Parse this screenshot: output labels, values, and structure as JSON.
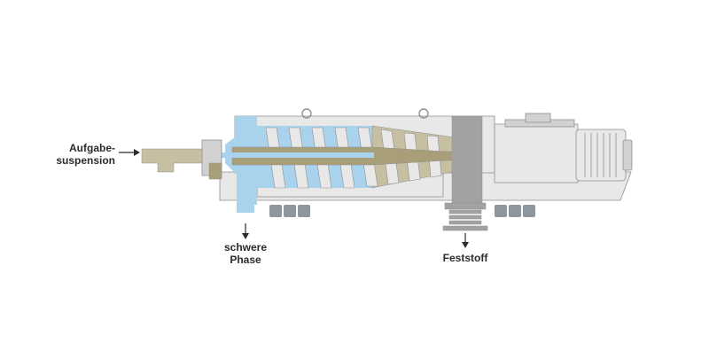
{
  "labels": {
    "feed": {
      "line1": "Aufgabe-",
      "line2": "suspension"
    },
    "heavy_phase": {
      "line1": "schwere",
      "line2": "Phase"
    },
    "solids": {
      "text": "Feststoff"
    }
  },
  "colors": {
    "liquid": "#a9d2ec",
    "solid": "#c6bfa2",
    "solid_dark": "#a89f79",
    "housing": "#e8e8e8",
    "housing_dark": "#d2d2d2",
    "outline": "#8f8f8f",
    "discharge": "#a2a2a2",
    "feet": "#8e969e",
    "arrow": "#2b2b2b"
  }
}
